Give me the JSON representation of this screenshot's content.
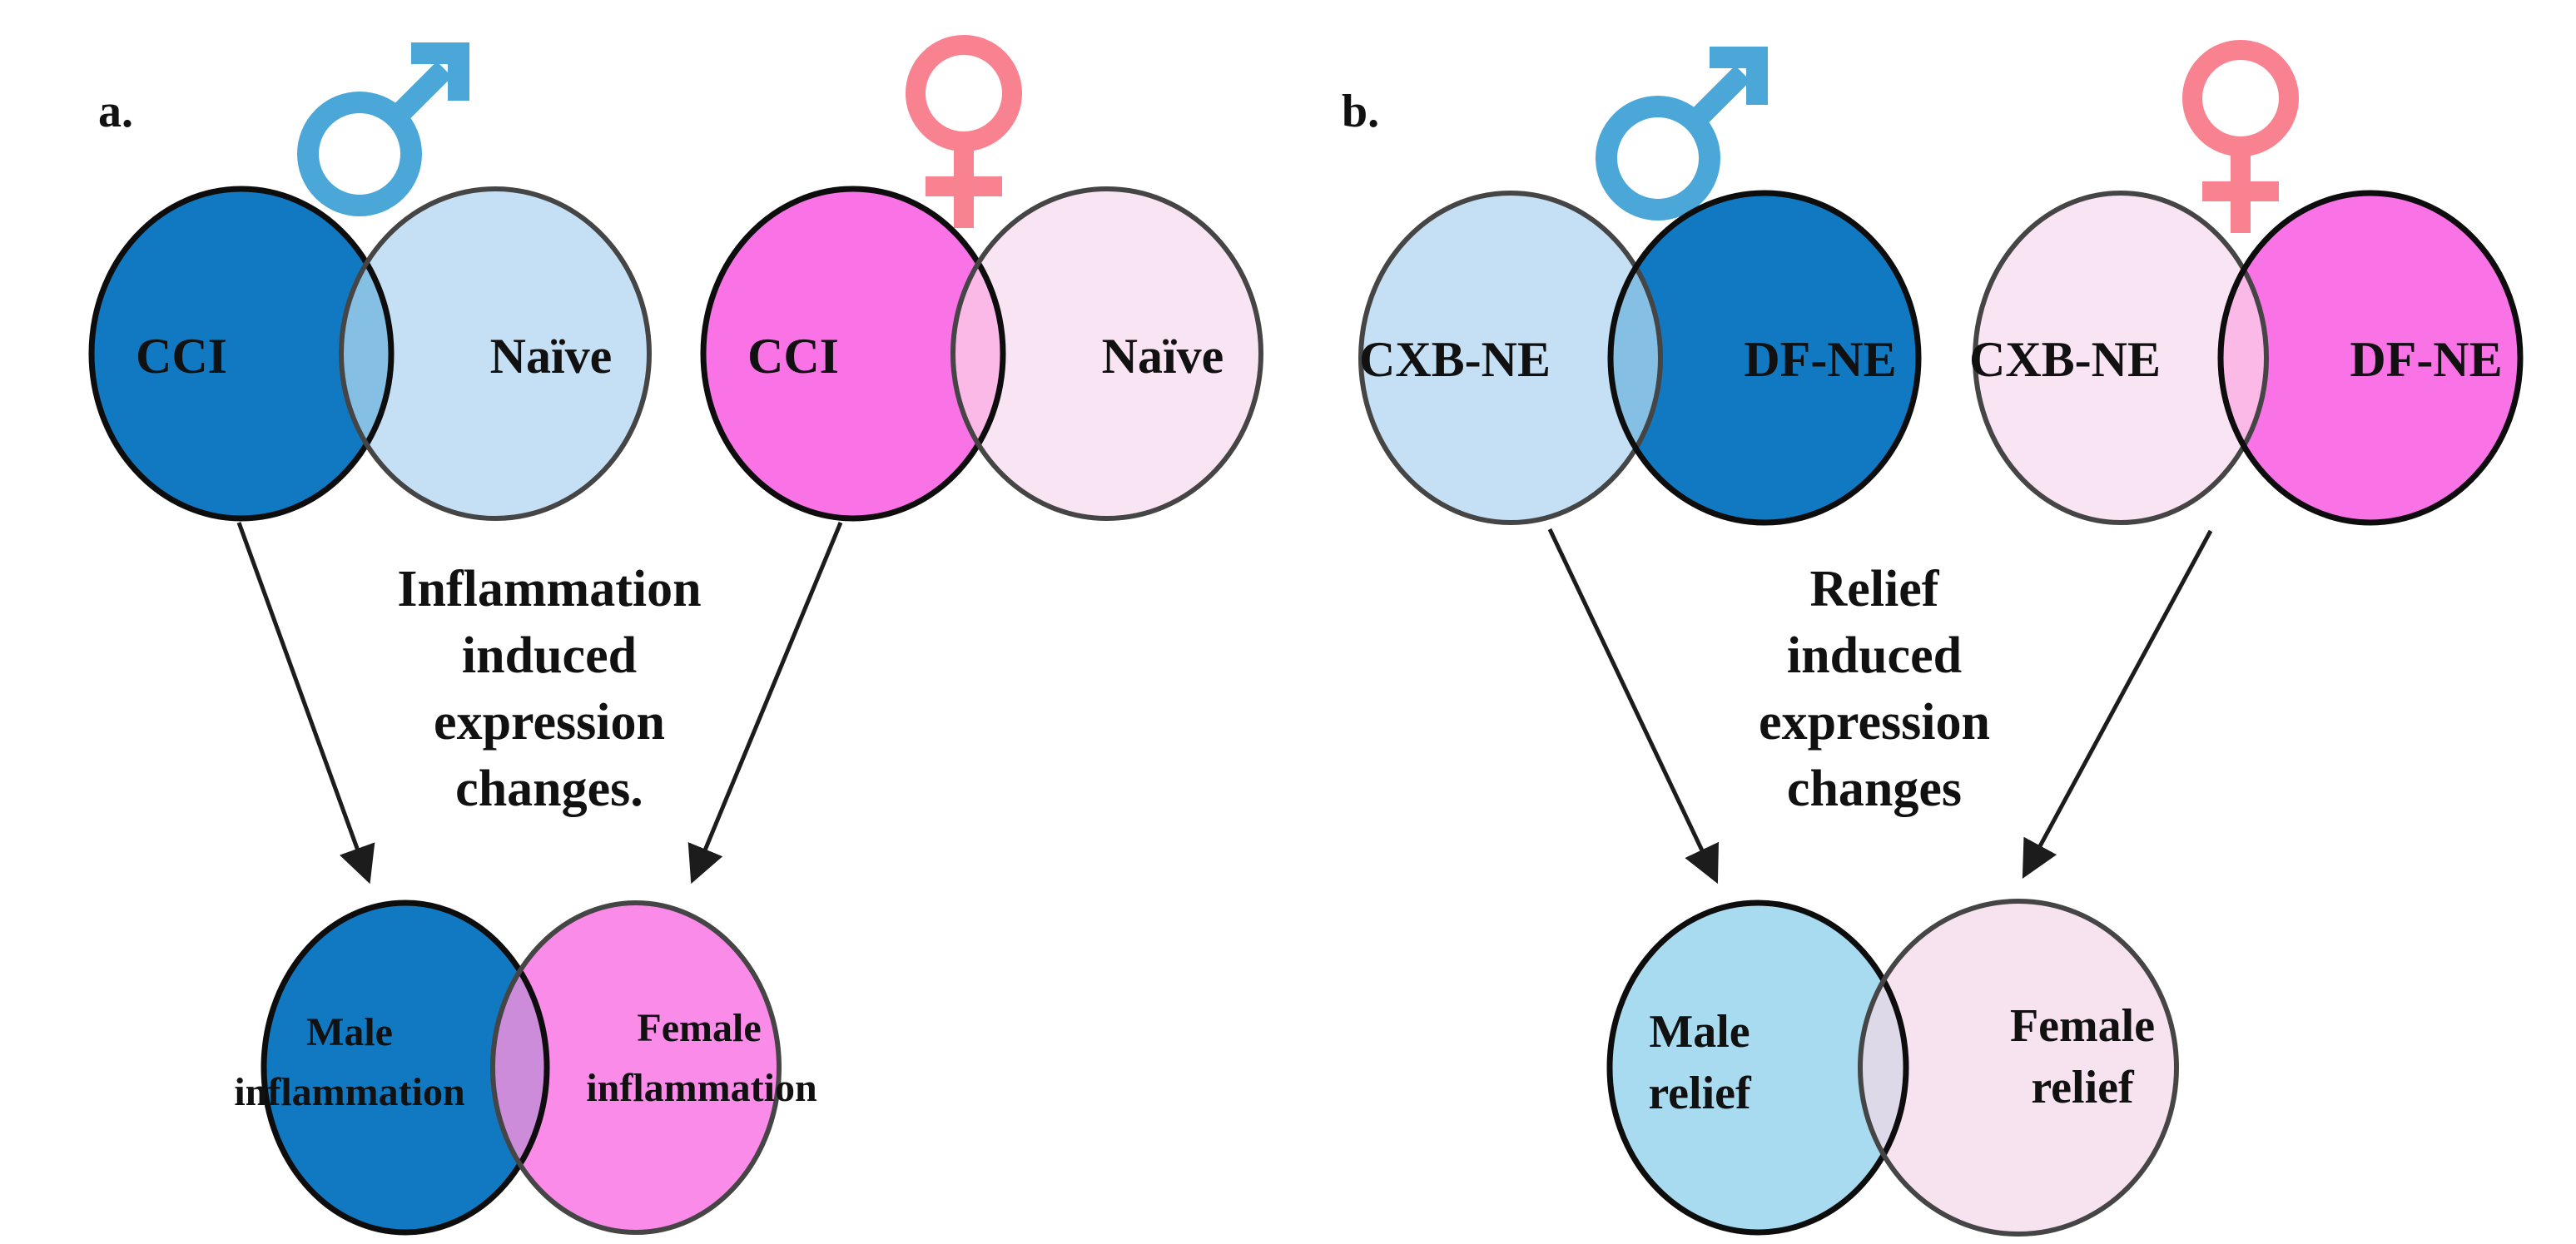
{
  "colors": {
    "dark_blue": "#1179C2",
    "light_blue": "#C5E0F4",
    "blue_overlap": "#85C0E4",
    "male_symbol": "#4BA7D8",
    "magenta": "#F973E6",
    "pale_pink": "#F9E4F3",
    "pink_overlap": "#FBB9E7",
    "female_symbol": "#F8828F",
    "inflammation_pink": "#FA8BE8",
    "purple_overlap": "#CD8CD9",
    "relief_blue": "#A8DBEF",
    "lavender_overlap": "#DED9E8",
    "relief_pink": "#F7E2EF",
    "stroke_black": "#0D0D0D",
    "stroke_gray": "#454545",
    "arrow": "#1C1C1C",
    "text": "#111111"
  },
  "icons": {
    "male": "♂",
    "female": "♀"
  },
  "panel_a": {
    "label": "a.",
    "male_venn": {
      "left": "CCI",
      "right": "Naïve"
    },
    "female_venn": {
      "left": "CCI",
      "right": "Naïve"
    },
    "caption": {
      "line1": "Inflammation",
      "line2": "induced",
      "line3": "expression",
      "line4": "changes."
    },
    "result_venn": {
      "left_line1": "Male",
      "left_line2": "inflammation",
      "right_line1": "Female",
      "right_line2": "inflammation"
    }
  },
  "panel_b": {
    "label": "b.",
    "male_venn": {
      "left": "CXB-NE",
      "right": "DF-NE"
    },
    "female_venn": {
      "left": "CXB-NE",
      "right": "DF-NE"
    },
    "caption": {
      "line1": "Relief",
      "line2": "induced",
      "line3": "expression",
      "line4": "changes"
    },
    "result_venn": {
      "left_line1": "Male",
      "left_line2": "relief",
      "right_line1": "Female",
      "right_line2": "relief"
    }
  }
}
